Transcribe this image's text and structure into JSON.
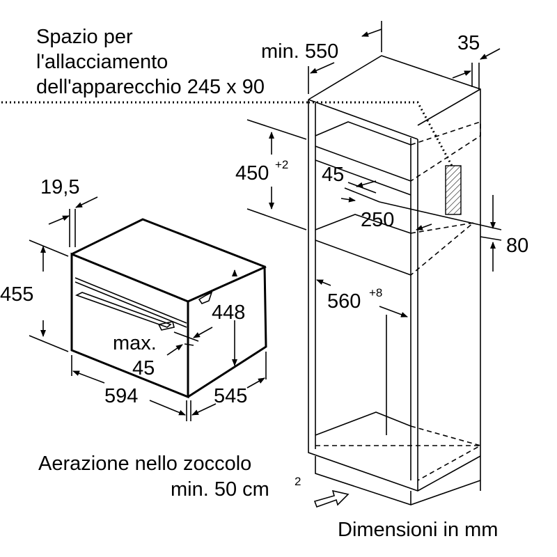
{
  "labels": {
    "connection_space_line1": "Spazio per",
    "connection_space_line2": "l'allacciamento",
    "connection_space_line3": "dell'apparecchio 245 x 90",
    "min_depth": "min. 550",
    "rear_gap": "35",
    "niche_height": "450",
    "niche_height_tol": "+2",
    "vent_depth": "45",
    "vent_width": "250",
    "vent_height": "80",
    "niche_width": "560",
    "niche_width_tol": "+8",
    "front_panel": "19,5",
    "oven_height": "455",
    "oven_body_height": "448",
    "max_label": "max.",
    "max_value": "45",
    "oven_width": "594",
    "oven_depth": "545",
    "ventilation_line1": "Aerazione nello zoccolo",
    "ventilation_line2": "min. 50 cm",
    "ventilation_sup": "2",
    "units_note": "Dimensioni in mm"
  }
}
